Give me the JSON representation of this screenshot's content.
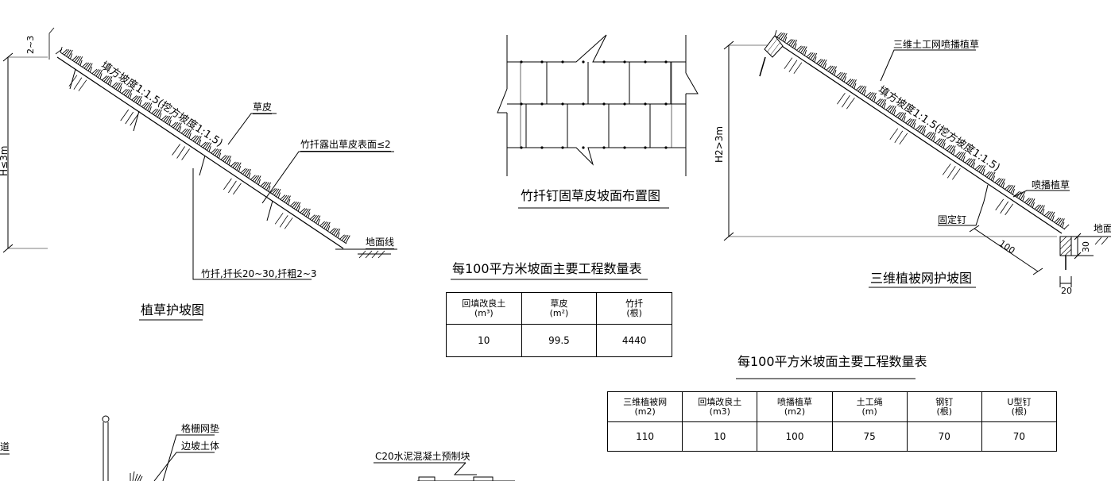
{
  "diagram_a": {
    "title": "植草护坡图",
    "slope_label": "填方坡度1:1.5(挖方坡度1:1.5)",
    "turf_label": "草皮",
    "stake_exposed_label": "竹扦露出草皮表面≤2",
    "ground_label": "地面线",
    "stake_spec_label": "竹扦,扦长20~30,扦粗2~3",
    "height_label": "H≤3m",
    "top_dim_label": "2~3"
  },
  "diagram_b": {
    "title": "竹扦钉固草皮坡面布置图"
  },
  "table_a": {
    "title": "每100平方米坡面主要工程数量表",
    "headers": [
      {
        "name": "回填改良土",
        "unit": "(m³)"
      },
      {
        "name": "草皮",
        "unit": "(m²)"
      },
      {
        "name": "竹扦",
        "unit": "(根)"
      }
    ],
    "values": [
      "10",
      "99.5",
      "4440"
    ]
  },
  "diagram_c": {
    "title": "三维植被网护坡图",
    "net_label": "三维土工网喷播植草",
    "slope_label": "填方坡度1:1.5(挖方坡度1:1.5)",
    "spray_label": "喷播植草",
    "nail_label": "固定钉",
    "dim_100": "100",
    "height_label": "H2>3m",
    "ground_label": "地面",
    "dim_30": "30",
    "dim_20": "20"
  },
  "table_b": {
    "title": "每100平方米坡面主要工程数量表",
    "headers": [
      {
        "name": "三维植被网",
        "unit": "(m2)"
      },
      {
        "name": "回填改良土",
        "unit": "(m3)"
      },
      {
        "name": "喷播植草",
        "unit": "(m2)"
      },
      {
        "name": "土工绳",
        "unit": "(m)"
      },
      {
        "name": "钢钉",
        "unit": "(根)"
      },
      {
        "name": "U型钉",
        "unit": "(根)"
      }
    ],
    "values": [
      "110",
      "10",
      "100",
      "75",
      "70",
      "70"
    ]
  },
  "diagram_d": {
    "label_grid_mat": "格栅网垫",
    "label_slope_soil": "边坡土体",
    "label_precast": "C20水泥混凝土预制块",
    "label_edge": "道"
  }
}
